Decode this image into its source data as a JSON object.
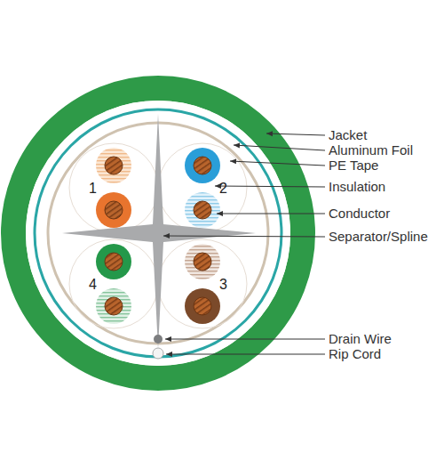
{
  "diagram": {
    "labels": [
      "Jacket",
      "Aluminum Foil",
      "PE Tape",
      "Insulation",
      "Conductor",
      "Separator/Spline",
      "Drain Wire",
      "Rip Cord",
      "1",
      "2",
      "3",
      "4"
    ]
  }
}
